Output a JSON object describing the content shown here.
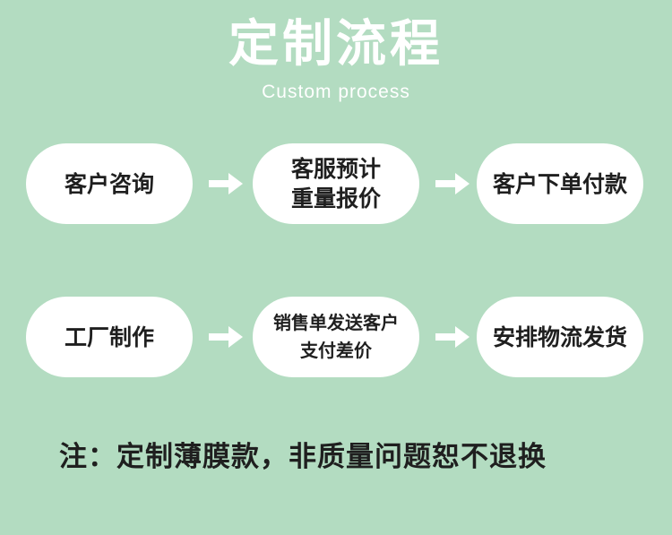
{
  "header": {
    "title": "定制流程",
    "subtitle": "Custom process"
  },
  "steps_row1": [
    {
      "label": "客户咨询"
    },
    {
      "label": "客服预计\n重量报价"
    },
    {
      "label": "客户下单付款"
    }
  ],
  "steps_row2": [
    {
      "label": "工厂制作"
    },
    {
      "label": "销售单发送客户\n支付差价"
    },
    {
      "label": "安排物流发货"
    }
  ],
  "note": "注：定制薄膜款，非质量问题恕不退换",
  "colors": {
    "background": "#b3dcc1",
    "card": "#ffffff",
    "text": "#1f1f1f",
    "arrow": "#ffffff"
  }
}
